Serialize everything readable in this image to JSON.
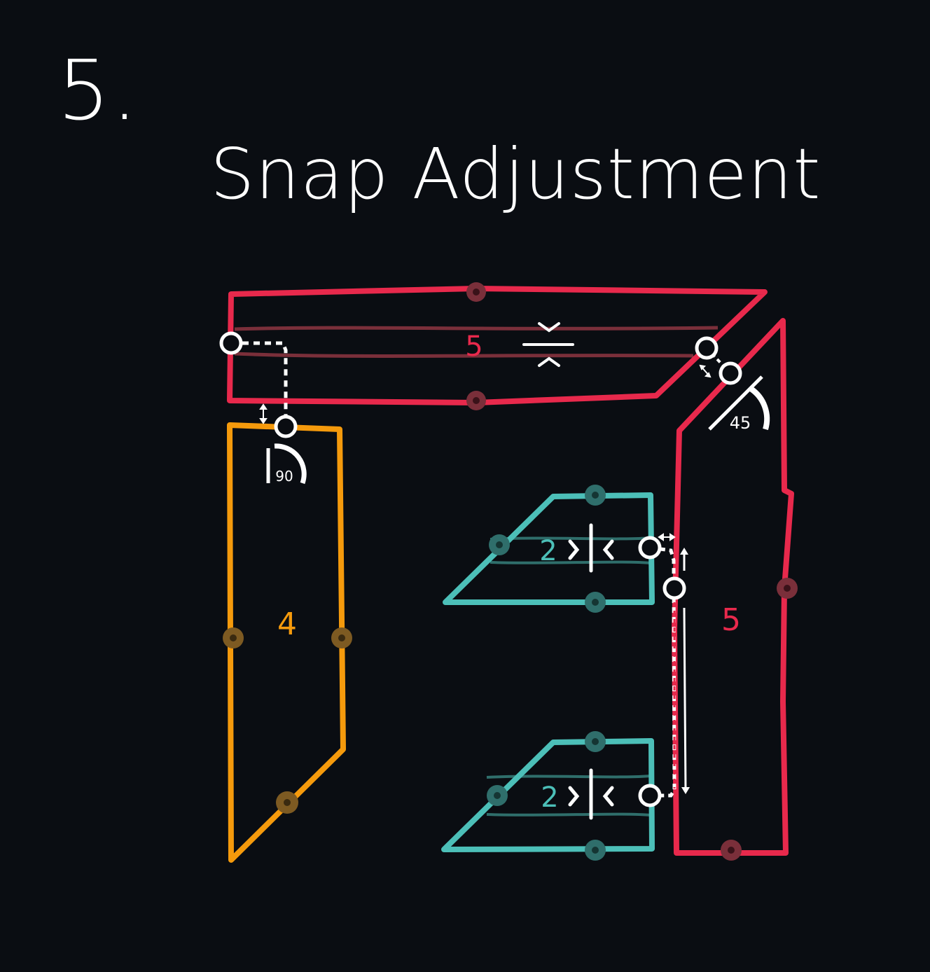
{
  "step_number": "5.",
  "title": "Snap Adjustment",
  "colors": {
    "background": "#0a0d12",
    "red": "#e8294c",
    "orange": "#f59a0c",
    "teal": "#4cbfb8",
    "white": "#ffffff",
    "dark_red": "#7a2f3a",
    "dark_teal": "#2f6e6b"
  },
  "pieces": {
    "top_red": {
      "label": "5"
    },
    "right_red": {
      "label": "5"
    },
    "left_orange": {
      "label": "4"
    },
    "teal_upper": {
      "label": "2"
    },
    "teal_lower": {
      "label": "2"
    }
  },
  "angles": {
    "left": "90",
    "right": "45"
  },
  "icons": {
    "compress_vertical": "compress-vertical-icon",
    "compress_horizontal": "compress-horizontal-icon",
    "double_arrow": "double-arrow-icon"
  }
}
